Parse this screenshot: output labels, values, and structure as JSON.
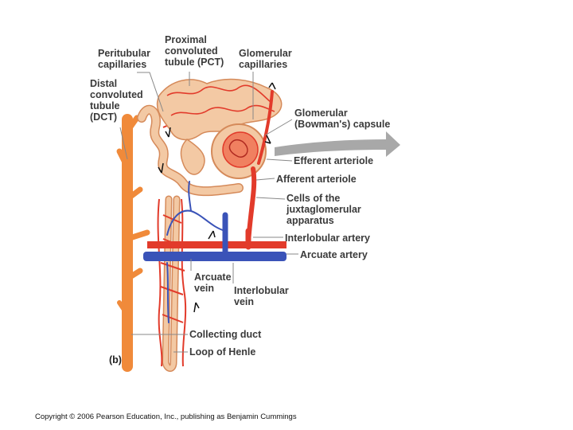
{
  "labels": {
    "proximal": "Proximal\nconvoluted\ntubule (PCT)",
    "peritubular": "Peritubular\ncapillaries",
    "glomerular_caps": "Glomerular\ncapillaries",
    "distal": "Distal\nconvoluted\ntubule\n(DCT)",
    "bowman": "Glomerular\n(Bowman's) capsule",
    "efferent": "Efferent arteriole",
    "afferent": "Afferent arteriole",
    "jga": "Cells of the\njuxtaglomerular\napparatus",
    "interlobular_artery": "Interlobular artery",
    "arcuate_artery": "Arcuate artery",
    "arcuate_vein": "Arcuate\nvein",
    "interlobular_vein": "Interlobular\nvein",
    "collecting_duct": "Collecting duct",
    "loop_henle": "Loop of Henle"
  },
  "panel_label": "(b)",
  "copyright": "Copyright © 2006 Pearson Education, Inc., publishing as Benjamin Cummings",
  "colors": {
    "tubule": "#f3c9a4",
    "tubule_outline": "#d58a5a",
    "collecting_duct": "#f08a3a",
    "artery": "#e23b2b",
    "vein": "#3a53b8",
    "arrow_gray": "#a8a8a8",
    "leader": "#888888"
  }
}
